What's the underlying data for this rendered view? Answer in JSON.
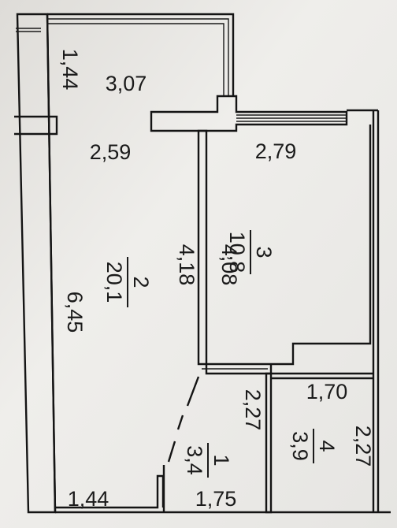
{
  "floor_plan": {
    "dimensions": {
      "d_1_44_top": "1,44",
      "d_3_07": "3,07",
      "d_2_59": "2,59",
      "d_2_79": "2,79",
      "d_4_18": "4,18",
      "d_4_08": "4,08",
      "d_6_45": "6,45",
      "d_1_70": "1,70",
      "d_2_27_hall": "2,27",
      "d_2_27_bath": "2,27",
      "d_1_44_bottom": "1,44",
      "d_1_75": "1,75"
    },
    "rooms": [
      {
        "number": "1",
        "area": "3,4"
      },
      {
        "number": "2",
        "area": "20,1"
      },
      {
        "number": "3",
        "area": "10,8"
      },
      {
        "number": "4",
        "area": "3,9"
      }
    ],
    "colors": {
      "paper": "#ebeae7",
      "ink": "#141414"
    }
  }
}
